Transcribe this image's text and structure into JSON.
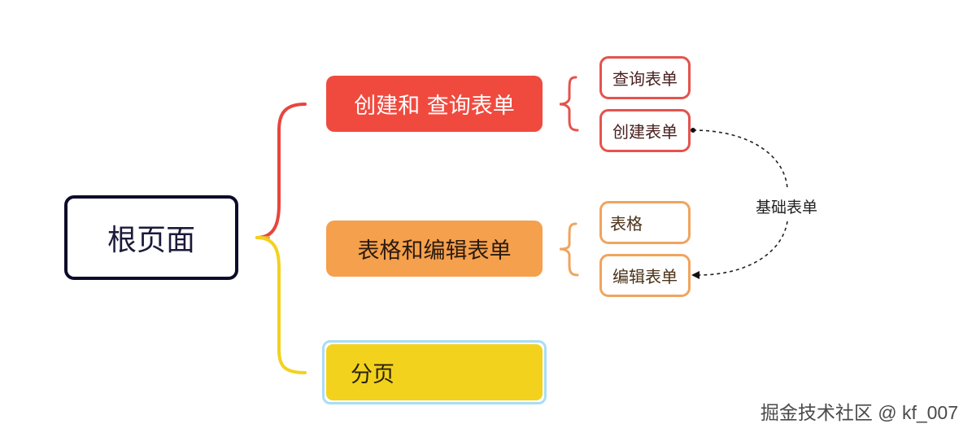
{
  "root": {
    "label": "根页面"
  },
  "branches": [
    {
      "label": "创建和 查询表单",
      "color": "#f04a3f",
      "children": [
        {
          "label": "查询表单"
        },
        {
          "label": "创建表单"
        }
      ]
    },
    {
      "label": "表格和编辑表单",
      "color": "#f5a04c",
      "children": [
        {
          "label": "表格"
        },
        {
          "label": "编辑表单"
        }
      ]
    },
    {
      "label": "分页",
      "color": "#f2d21d",
      "children": []
    }
  ],
  "relation": {
    "label": "基础表单",
    "from": "创建表单",
    "to": "编辑表单"
  },
  "colors": {
    "root_border": "#0c0b2b",
    "selection_outline": "#a9ddf5",
    "connector_red": "#e8453c",
    "connector_yellow": "#f2d21d",
    "connector_orange": "#f0a45f"
  },
  "watermark": "掘金技术社区 @ kf_007"
}
